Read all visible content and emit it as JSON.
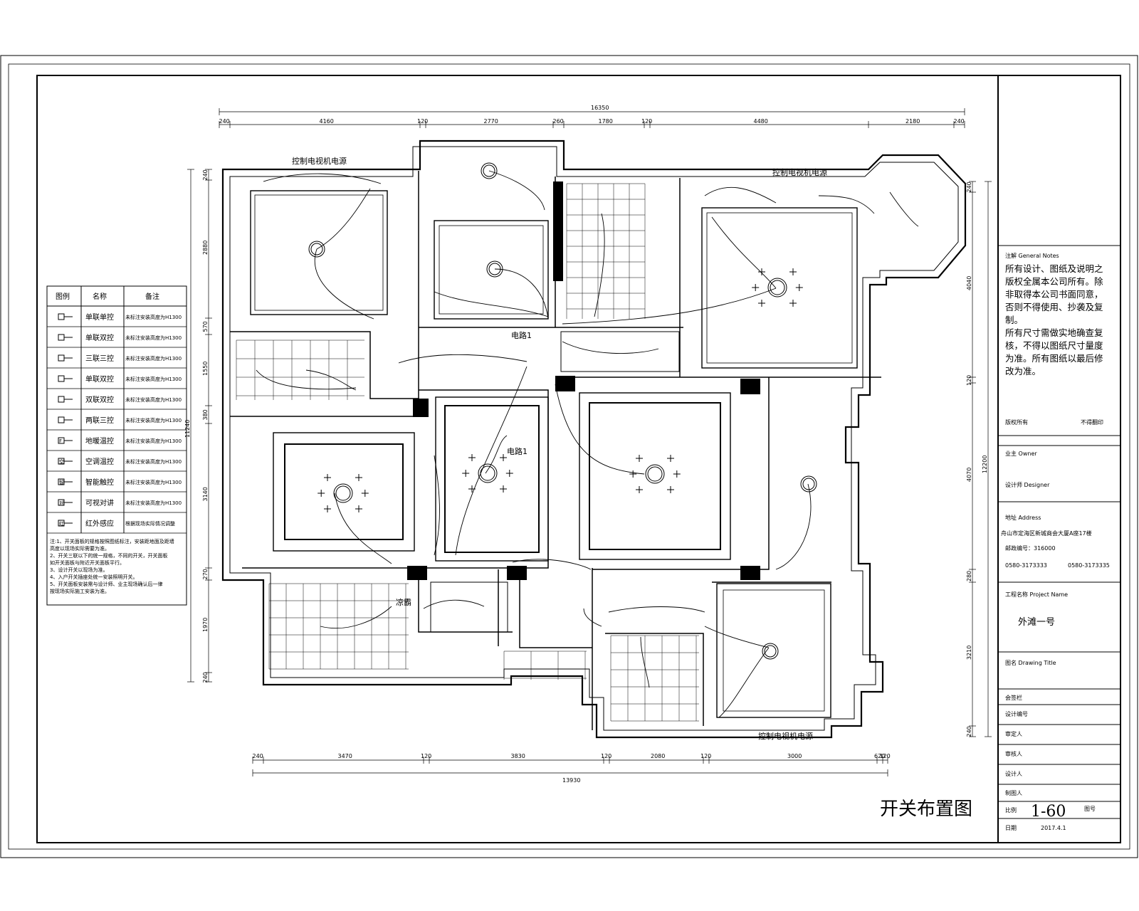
{
  "drawing_title": "开关布置图",
  "dimensions": {
    "top_total": "16350",
    "top": [
      "240",
      "4160",
      "120",
      "2770",
      "260",
      "1780",
      "120",
      "4480",
      "2180",
      "240"
    ],
    "bottom_total": "13930",
    "bottom": [
      "240",
      "3470",
      "120",
      "3830",
      "120",
      "2080",
      "120",
      "3000",
      "620",
      "120"
    ],
    "left_total": "11240",
    "left": [
      "240",
      "2880",
      "570",
      "1550",
      "380",
      "3140",
      "270",
      "1970",
      "240"
    ],
    "right_total": "12200",
    "right": [
      "240",
      "4040",
      "120",
      "4070",
      "280",
      "3210",
      "240"
    ]
  },
  "labels": {
    "tv_power": "控制电视机电源",
    "circuit1": "电路1",
    "cool": "凉霸"
  },
  "legend": {
    "headers": [
      "图例",
      "名称",
      "备注"
    ],
    "rows": [
      {
        "name": "单联单控",
        "note": "未标注安装高度为H1300"
      },
      {
        "name": "单联双控",
        "note": "未标注安装高度为H1300"
      },
      {
        "name": "三联三控",
        "note": "未标注安装高度为H1300"
      },
      {
        "name": "单联双控",
        "note": "未标注安装高度为H1300"
      },
      {
        "name": "双联双控",
        "note": "未标注安装高度为H1300"
      },
      {
        "name": "两联三控",
        "note": "未标注安装高度为H1300"
      },
      {
        "name": "地暖温控",
        "note": "未标注安装高度为H1300"
      },
      {
        "name": "空调温控",
        "note": "未标注安装高度为H1300"
      },
      {
        "name": "智能触控",
        "note": "未标注安装高度为H1300"
      },
      {
        "name": "可视对讲",
        "note": "未标注安装高度为H1300"
      },
      {
        "name": "红外感应",
        "note": "根据现场实际情况调整"
      }
    ],
    "icons": [
      "",
      "",
      "",
      "",
      "",
      "",
      "F",
      "空",
      "智",
      "对",
      "红"
    ],
    "notes": [
      "注:1、开关面板的规格按照图纸标注，安装距地面及距墙",
      "     高度以现场实际需要为准。",
      "   2、开关三联以下的统一规格，不同的开关，开关面板",
      "     如开关面板与附近开关面板平行。",
      "   3、设计开关以现场为准。",
      "   4、入户开关插座处统一安装照明开关。",
      "   5、开关面板安装需与设计师、业主现场确认后一律",
      "     按现场实际施工安装为准。"
    ]
  },
  "title_block": {
    "notes_label": "注解 General Notes",
    "notes_text": [
      "所有设计、图纸及说明之",
      "版权全属本公司所有。除",
      "非取得本公司书面同意，",
      "否则不得使用、抄袭及复",
      "制。",
      "所有尺寸需做实地确查复",
      "核，不得以图纸尺寸量度",
      "为准。所有图纸以最后修",
      "改为准。"
    ],
    "copyright": "版权所有",
    "reserved": "不得翻印",
    "owner": "业主 Owner",
    "designer": "设计师 Designer",
    "address_label": "地址 Address",
    "address": "舟山市定海区新城商会大厦A座17楼",
    "postcode": "邮政编号：316000",
    "phone1": "0580-3173333",
    "phone2": "0580-3173335",
    "project_label": "工程名称 Project Name",
    "project": "外滩一号",
    "drawing_label": "图名 Drawing Title",
    "r1": "会签栏",
    "r2": "设计编号",
    "r3": "审定人",
    "r4": "审核人",
    "r5": "设计人",
    "r6": "制图人",
    "scale_label": "比例",
    "scale": "1-60",
    "sheet_label": "图号",
    "date_label": "日期",
    "date": "2017.4.1"
  }
}
